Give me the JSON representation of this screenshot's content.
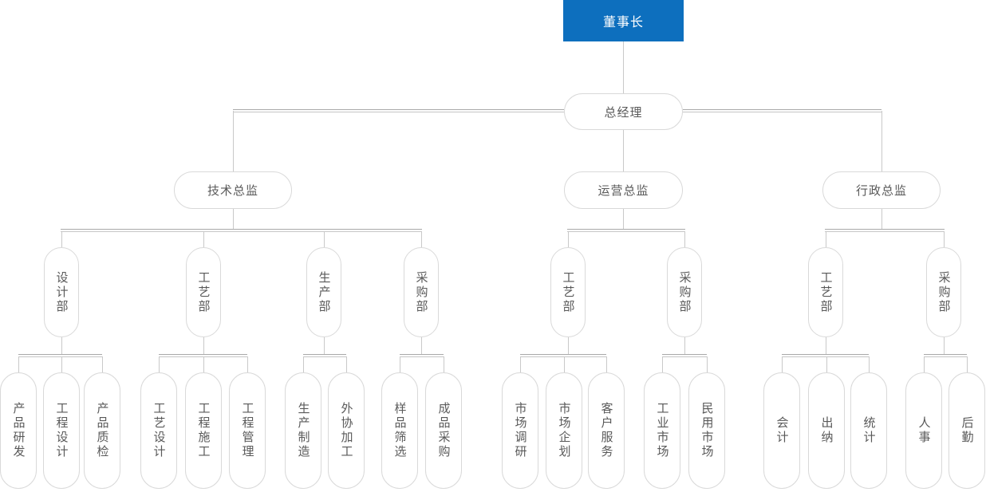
{
  "org": {
    "root": {
      "label": "董事长"
    },
    "general_manager": {
      "label": "总经理"
    },
    "directors": [
      {
        "label": "技术总监",
        "departments": [
          {
            "label": "设计部",
            "teams": [
              {
                "label": "产品研发"
              },
              {
                "label": "工程设计"
              },
              {
                "label": "产品质检"
              }
            ]
          },
          {
            "label": "工艺部",
            "teams": [
              {
                "label": "工艺设计"
              },
              {
                "label": "工程施工"
              },
              {
                "label": "工程管理"
              }
            ]
          },
          {
            "label": "生产部",
            "teams": [
              {
                "label": "生产制造"
              },
              {
                "label": "外协加工"
              }
            ]
          },
          {
            "label": "采购部",
            "teams": [
              {
                "label": "样品筛选"
              },
              {
                "label": "成品采购"
              }
            ]
          }
        ]
      },
      {
        "label": "运营总监",
        "departments": [
          {
            "label": "工艺部",
            "teams": [
              {
                "label": "市场调研"
              },
              {
                "label": "市场企划"
              },
              {
                "label": "客户服务"
              }
            ]
          },
          {
            "label": "采购部",
            "teams": [
              {
                "label": "工业市场"
              },
              {
                "label": "民用市场"
              }
            ]
          }
        ]
      },
      {
        "label": "行政总监",
        "departments": [
          {
            "label": "工艺部",
            "teams": [
              {
                "label": "会计"
              },
              {
                "label": "出纳"
              },
              {
                "label": "统计"
              }
            ]
          },
          {
            "label": "采购部",
            "teams": [
              {
                "label": "人事"
              },
              {
                "label": "后勤"
              }
            ]
          }
        ]
      }
    ]
  },
  "colors": {
    "root_background": "#0d6fbe",
    "root_text": "#ffffff",
    "node_border": "#d9d9d9",
    "node_text": "#595959",
    "connector_line": "#c9c9c9",
    "connector_bar_dark": "#a9a9a9",
    "connector_bar_light": "#c6c6c6"
  }
}
